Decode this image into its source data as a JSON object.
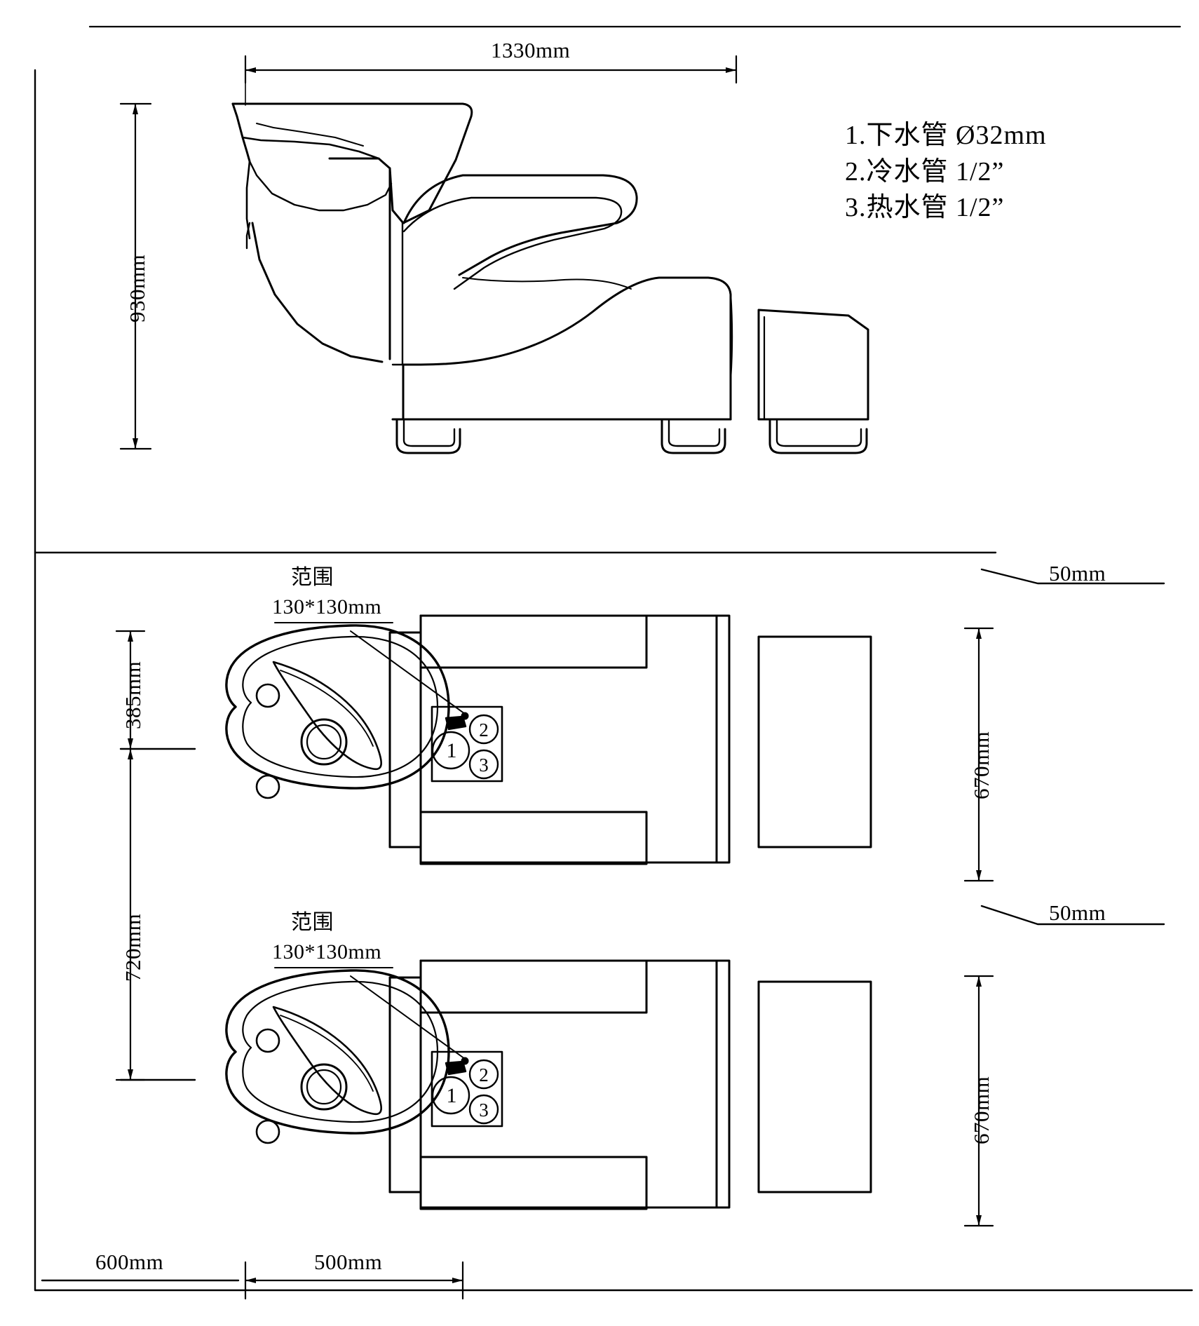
{
  "drawing": {
    "title": "Shampoo Bed / Salon Backwash Unit Technical Drawing",
    "line_color": "#000000",
    "background": "#ffffff"
  },
  "legend": {
    "items": [
      {
        "index": "1.",
        "name": "下水管",
        "spec": "Ø32mm"
      },
      {
        "index": "2.",
        "name": "冷水管",
        "spec": "1/2”"
      },
      {
        "index": "3.",
        "name": "热水管",
        "spec": "1/2”"
      }
    ],
    "line1": "1.下水管  Ø32mm",
    "line2": "2.冷水管  1/2”",
    "line3": "3.热水管  1/2”"
  },
  "elevation": {
    "width_dim": "1330mm",
    "height_dim": "930mm"
  },
  "plan": {
    "left_dims": {
      "upper": "385mm",
      "lower": "720mm"
    },
    "right_dims": {
      "gap_top": "50mm",
      "unit_top": "670mm",
      "gap_bottom": "50mm",
      "unit_bottom": "670mm"
    },
    "bottom_dims": {
      "left": "600mm",
      "right": "500mm"
    },
    "units": [
      {
        "callout_title": "范围",
        "callout_size": "130*130mm",
        "ports": [
          "1",
          "2",
          "3"
        ]
      },
      {
        "callout_title": "范围",
        "callout_size": "130*130mm",
        "ports": [
          "1",
          "2",
          "3"
        ]
      }
    ]
  }
}
